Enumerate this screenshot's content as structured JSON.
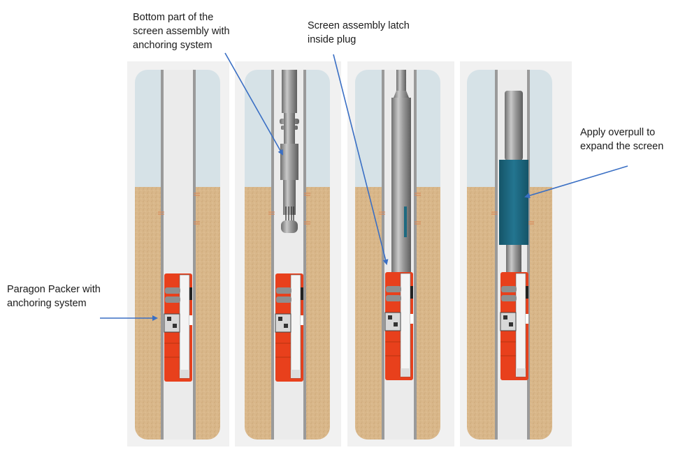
{
  "annotations": {
    "bottom_part": "Bottom part of the screen assembly with anchoring system",
    "bottom_part_lines": [
      "Bottom part of the",
      "screen assembly with",
      "anchoring system"
    ],
    "latch": "Screen assembly latch inside plug",
    "latch_lines": [
      "Screen assembly latch",
      "inside plug"
    ],
    "overpull": "Apply overpull to expand the screen",
    "overpull_lines": [
      "Apply overpull to",
      "expand the screen"
    ],
    "packer": "Paragon Packer with anchoring system",
    "packer_lines": [
      "Paragon Packer with",
      "anchoring system"
    ]
  },
  "colors": {
    "panel_bg": "#f1f1f1",
    "water": "#d6e2e7",
    "sand": "#d9b78a",
    "bore": "#ebebeb",
    "casing": "#9a9a9a",
    "packer_red": "#e8401c",
    "screen_teal": "#1e6a80",
    "arrow": "#3a6fc4",
    "perforation": "#d98a5a"
  },
  "panels": [
    {
      "step": 1,
      "name": "packer-set"
    },
    {
      "step": 2,
      "name": "screen-assembly-run-in"
    },
    {
      "step": 3,
      "name": "screen-latched"
    },
    {
      "step": 4,
      "name": "screen-expanded"
    }
  ]
}
